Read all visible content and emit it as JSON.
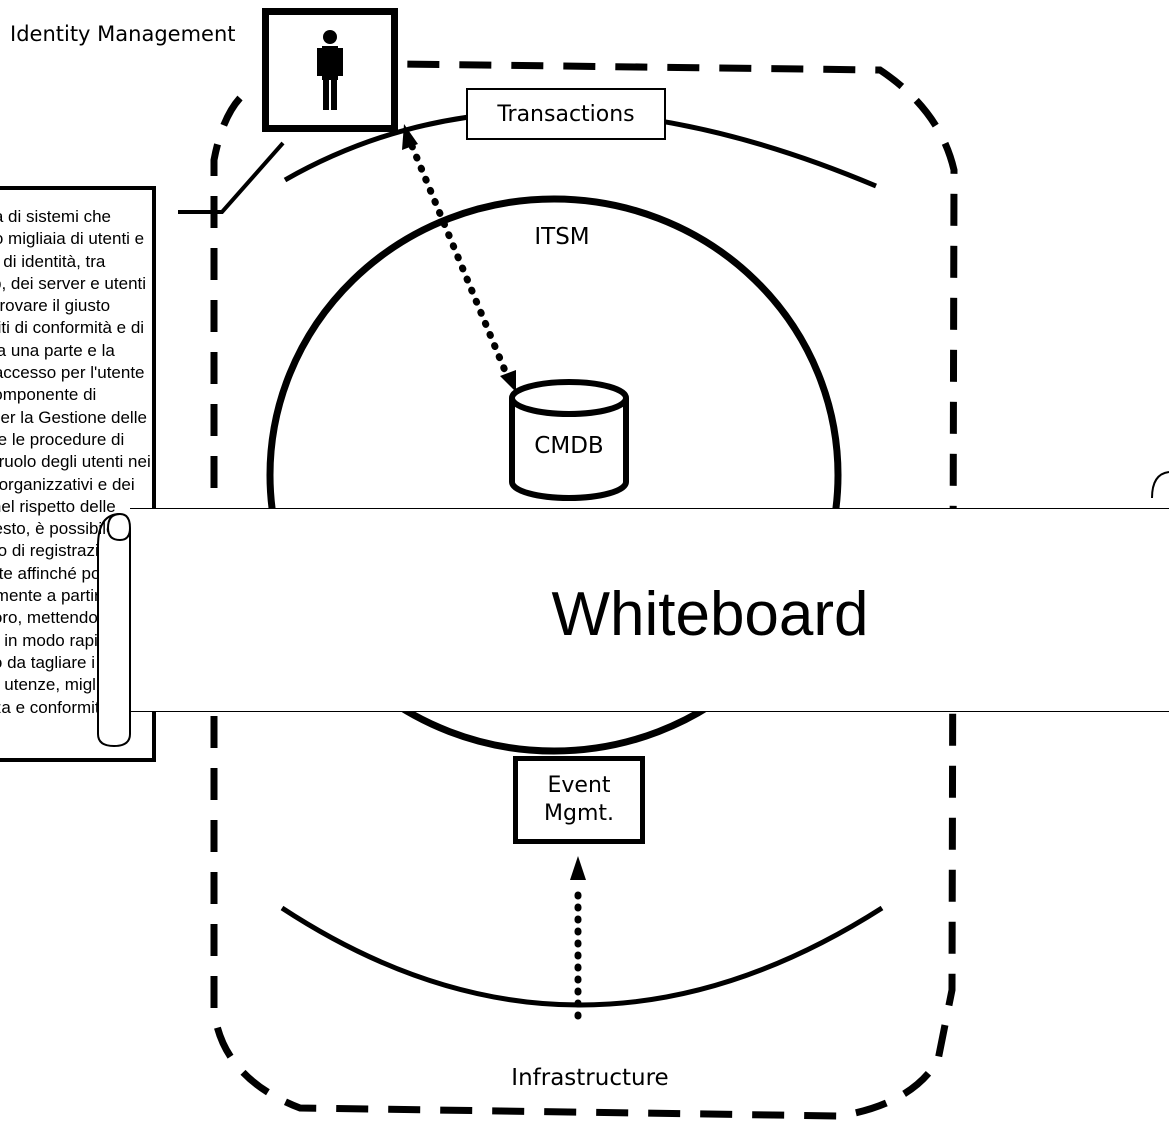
{
  "identity_label": "Identity Management",
  "transactions_label": "Transactions",
  "itsm_label": "ITSM",
  "cmdb_label": "CMDB",
  "event_label": "Event\nMgmt.",
  "infrastructure_label": "Infrastructure",
  "whiteboard_title": "Whiteboard",
  "callout_text": "Gestire la sicurezza di sistemi che servono ogni giorno migliaia di utenti e ospitano già milioni di identità, tra dipendenti, desktop, dei server e utenti esterni. Riuscire a trovare il giusto equilibrio tra requisiti di conformità e di servizio/supporto da una parte e la fruibilità e facile di accesso per l'utente finale dall'altra. Il componente di soluzione di BMC per la Gestione delle Identità automatiche le procedure di accesso in base al ruolo degli utenti nei processi aziendali, organizzativi e dei flussi autorizzativi nel rispetto delle policy. Grazie a questo, è possibile definire un processo di registrazione di un nuovo dipendente affinché possa lavorare produttivamente a partire dal primo giorno di lavoro, mettendo in sicurezza le utenze in modo rapido e controllato, in modo da tagliare i costi della gestione delle utenze, migliorando allo stesso sicurezza e conformità.",
  "colors": {
    "ink": "#000000",
    "background": "#ffffff"
  },
  "icons": [
    "person-icon",
    "database-icon",
    "scroll-icon"
  ]
}
